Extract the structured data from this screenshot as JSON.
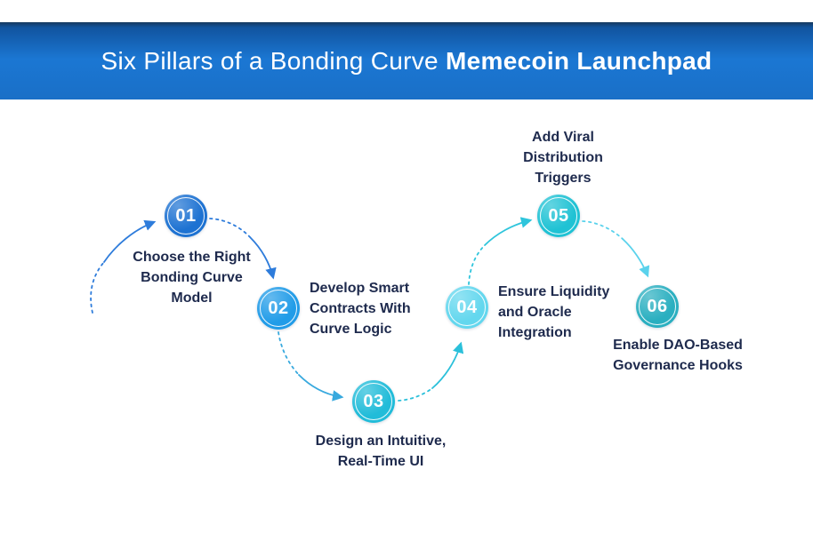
{
  "header": {
    "title_regular": "Six Pillars of a Bonding Curve ",
    "title_bold": "Memecoin Launchpad",
    "banner_color_top": "#11549f",
    "banner_color_mid": "#1b77d3",
    "title_color": "#ffffff"
  },
  "diagram": {
    "label_text_color": "#1e2a4d",
    "steps": [
      {
        "num": "01",
        "color": "#1d72d2",
        "lines": [
          "Choose the Right",
          "Bonding Curve",
          "Model"
        ]
      },
      {
        "num": "02",
        "color": "#219ce8",
        "lines": [
          "Develop Smart",
          "Contracts With",
          "Curve Logic"
        ]
      },
      {
        "num": "03",
        "color": "#21bcd9",
        "lines": [
          "Design an Intuitive,",
          "Real-Time UI"
        ]
      },
      {
        "num": "04",
        "color": "#63d7ee",
        "lines": [
          "Ensure Liquidity",
          "and Oracle",
          "Integration"
        ]
      },
      {
        "num": "05",
        "color": "#1fc2d4",
        "lines": [
          "Add Viral",
          "Distribution",
          "Triggers"
        ]
      },
      {
        "num": "06",
        "color": "#2aafc0",
        "lines": [
          "Enable DAO-Based",
          "Governance Hooks"
        ]
      }
    ],
    "arrows": [
      {
        "name": "start-to-01",
        "color": "#2e7cdb"
      },
      {
        "name": "01-to-02",
        "color": "#2e7cdb"
      },
      {
        "name": "02-to-03",
        "color": "#38a9de"
      },
      {
        "name": "03-to-04",
        "color": "#2bc0da"
      },
      {
        "name": "04-to-05",
        "color": "#2fc5dc"
      },
      {
        "name": "05-to-06",
        "color": "#5ad2ec"
      }
    ]
  }
}
